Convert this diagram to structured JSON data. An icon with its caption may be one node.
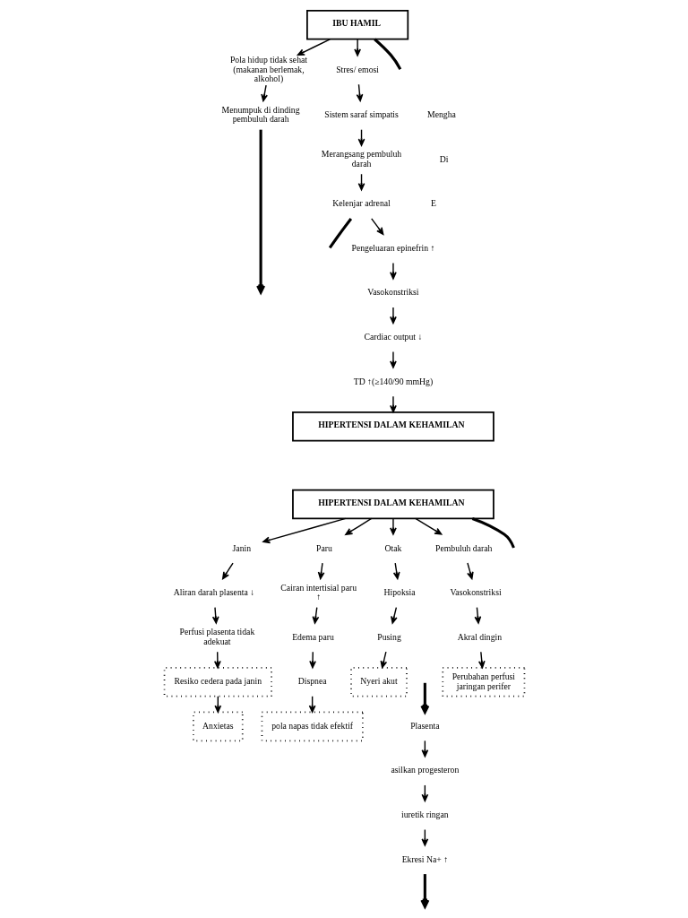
{
  "diagram": {
    "nodes": [
      {
        "text": [
          "IBU HAMIL"
        ]
      },
      {
        "text": [
          "Pola hidup tidak sehat (makanan berlemak, alkohol)"
        ]
      },
      {
        "text": [
          "Stres/ emosi"
        ]
      },
      {
        "text": [
          "Menumpuk di dinding pembuluh darah"
        ]
      },
      {
        "text": [
          "Sistem saraf simpatis"
        ]
      },
      {
        "text": [
          "Merangsang pembuluh darah"
        ]
      },
      {
        "text": [
          "Kelenjar adrenal"
        ]
      },
      {
        "text": [
          "Pengeluaran epinefrin ↑"
        ]
      },
      {
        "text": [
          "Vasokonstriksi"
        ]
      },
      {
        "text": [
          "Cardiac output ↓"
        ]
      },
      {
        "text": [
          "TD ↑(≥140/90 mmHg)"
        ]
      },
      {
        "text": [
          "HIPERTENSI DALAM KEHAMILAN"
        ]
      },
      {
        "text": [
          "HIPERTENSI DALAM KEHAMILAN"
        ]
      },
      {
        "text": [
          "Janin"
        ]
      },
      {
        "text": [
          "Paru"
        ]
      },
      {
        "text": [
          "Otak"
        ]
      },
      {
        "text": [
          "Pembuluh darah"
        ]
      },
      {
        "text": [
          "Aliran darah plasenta ↓"
        ]
      },
      {
        "text": [
          "Cairan intertisial paru ↑"
        ]
      },
      {
        "text": [
          "Hipoksia"
        ]
      },
      {
        "text": [
          "Vasokonstriksi"
        ]
      },
      {
        "text": [
          "Perfusi plasenta tidak adekuat"
        ]
      },
      {
        "text": [
          "Edema paru"
        ]
      },
      {
        "text": [
          "Pusing"
        ]
      },
      {
        "text": [
          "Akral dingin"
        ]
      },
      {
        "text": [
          "Resiko cedera pada janin"
        ]
      },
      {
        "text": [
          "Dispnea"
        ]
      },
      {
        "text": [
          "Nyeri akut"
        ]
      },
      {
        "text": [
          "Perubahan perfusi jaringan perifer"
        ]
      },
      {
        "text": [
          "Plasenta"
        ]
      },
      {
        "text": [
          "pola napas tidak efektif"
        ]
      },
      {
        "text": [
          "Anxietas"
        ]
      },
      {
        "text": [
          "asilkan progesteron"
        ]
      },
      {
        "text": [
          "iuretik ringan"
        ]
      },
      {
        "text": [
          "Ekresi Na+ ↑"
        ]
      }
    ],
    "edges": [
      {
        "from": 0,
        "to": 1,
        "arrow": "to"
      },
      {
        "from": 0,
        "to": 2,
        "arrow": "to"
      },
      {
        "from": 0,
        "to": null,
        "arrow": "none",
        "style": "thick"
      },
      {
        "from": 1,
        "to": 3,
        "arrow": "to"
      },
      {
        "from": 3,
        "to": null,
        "arrow": "to",
        "style": "thick"
      },
      {
        "from": 2,
        "to": 4,
        "arrow": "to"
      },
      {
        "from": 4,
        "to": 5,
        "arrow": "to"
      },
      {
        "from": 5,
        "to": 6,
        "arrow": "to"
      },
      {
        "from": 6,
        "to": null,
        "arrow": "none",
        "style": "thick"
      },
      {
        "from": 6,
        "to": 7,
        "arrow": "to"
      },
      {
        "from": 7,
        "to": 8,
        "arrow": "to"
      },
      {
        "from": 8,
        "to": 9,
        "arrow": "to"
      },
      {
        "from": 9,
        "to": 10,
        "arrow": "to"
      },
      {
        "from": 10,
        "to": 11,
        "arrow": "to"
      },
      {
        "from": 12,
        "to": 13,
        "arrow": "to"
      },
      {
        "from": 12,
        "to": 14,
        "arrow": "to"
      },
      {
        "from": 12,
        "to": 15,
        "arrow": "to"
      },
      {
        "from": 12,
        "to": 16,
        "arrow": "to"
      },
      {
        "from": 12,
        "to": null,
        "arrow": "none",
        "style": "thick"
      },
      {
        "from": 13,
        "to": 17,
        "arrow": "to"
      },
      {
        "from": 17,
        "to": 21,
        "arrow": "to"
      },
      {
        "from": 21,
        "to": 25,
        "arrow": "to"
      },
      {
        "from": 25,
        "to": 31,
        "arrow": "to"
      },
      {
        "from": 14,
        "to": 18,
        "arrow": "to"
      },
      {
        "from": 18,
        "to": 22,
        "arrow": "to"
      },
      {
        "from": 22,
        "to": 26,
        "arrow": "to"
      },
      {
        "from": 26,
        "to": 30,
        "arrow": "to"
      },
      {
        "from": 15,
        "to": 19,
        "arrow": "to"
      },
      {
        "from": 19,
        "to": 23,
        "arrow": "to"
      },
      {
        "from": 23,
        "to": 27,
        "arrow": "to"
      },
      {
        "from": 16,
        "to": 20,
        "arrow": "to"
      },
      {
        "from": 20,
        "to": 24,
        "arrow": "to"
      },
      {
        "from": 24,
        "to": 28,
        "arrow": "to"
      },
      {
        "from": null,
        "to": 29,
        "arrow": "to",
        "style": "thick"
      },
      {
        "from": 29,
        "to": 32,
        "arrow": "to"
      },
      {
        "from": 32,
        "to": 33,
        "arrow": "to"
      },
      {
        "from": 33,
        "to": 34,
        "arrow": "to"
      },
      {
        "from": 34,
        "to": null,
        "arrow": "to",
        "style": "thick"
      }
    ],
    "labels": [
      "Mengha",
      "Di",
      "E"
    ]
  }
}
